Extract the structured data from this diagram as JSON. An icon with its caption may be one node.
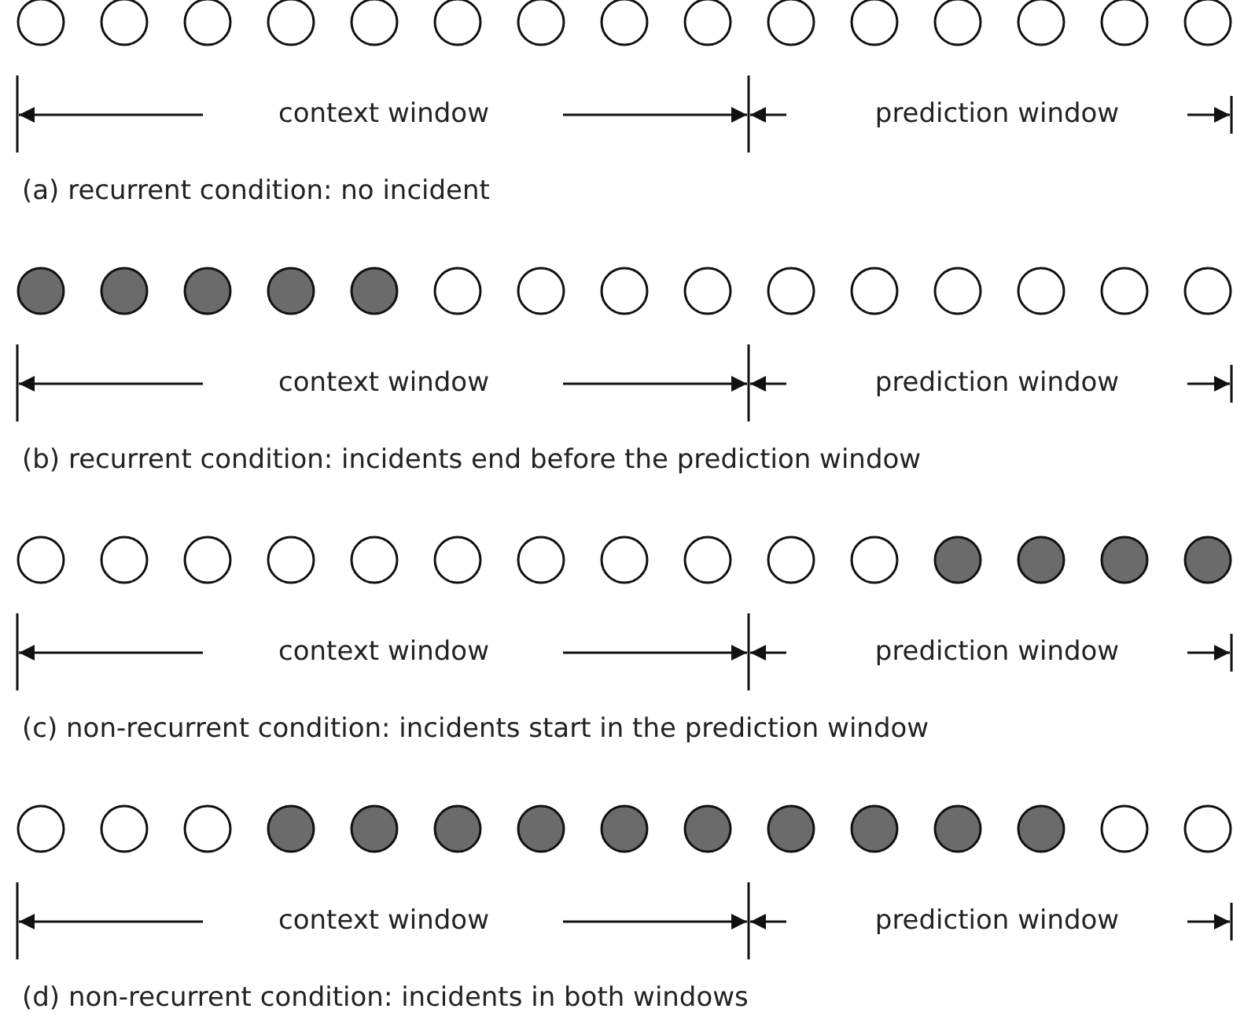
{
  "diagram": {
    "labels": [
      "context window",
      "prediction window",
      "(a) recurrent condition: no incident",
      "context window",
      "prediction window",
      "(b) recurrent condition: incidents end before the prediction window",
      "context window",
      "prediction window",
      "(c) non-recurrent condition: incidents start in the prediction window",
      "context window",
      "prediction window",
      "(d) non-recurrent condition: incidents in both windows"
    ]
  }
}
